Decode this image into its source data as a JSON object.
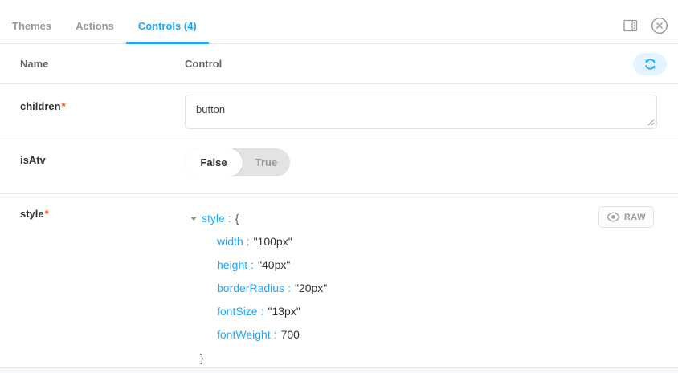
{
  "tabs": {
    "themes": "Themes",
    "actions": "Actions",
    "controls": "Controls (4)"
  },
  "toolbar": {
    "orientation_icon": "split-panel-icon",
    "close_icon": "close-circle-icon"
  },
  "header": {
    "name": "Name",
    "control": "Control"
  },
  "controls": {
    "children": {
      "label": "children",
      "required": "*",
      "value": "button"
    },
    "isAtv": {
      "label": "isAtv",
      "false_label": "False",
      "true_label": "True",
      "selected": "False"
    },
    "style": {
      "label": "style",
      "required": "*",
      "raw_label": "RAW",
      "tree": {
        "root_key": "style",
        "separator": ":",
        "open_brace": "{",
        "close_brace": "}",
        "entries": [
          {
            "key": "width",
            "value": "\"100px\""
          },
          {
            "key": "height",
            "value": "\"40px\""
          },
          {
            "key": "borderRadius",
            "value": "\"20px\""
          },
          {
            "key": "fontSize",
            "value": "\"13px\""
          },
          {
            "key": "fontWeight",
            "value": "700"
          }
        ]
      }
    }
  },
  "colors": {
    "accent": "#1ea7fd",
    "required": "#ff4400",
    "muted": "#999999",
    "text": "#333333"
  }
}
